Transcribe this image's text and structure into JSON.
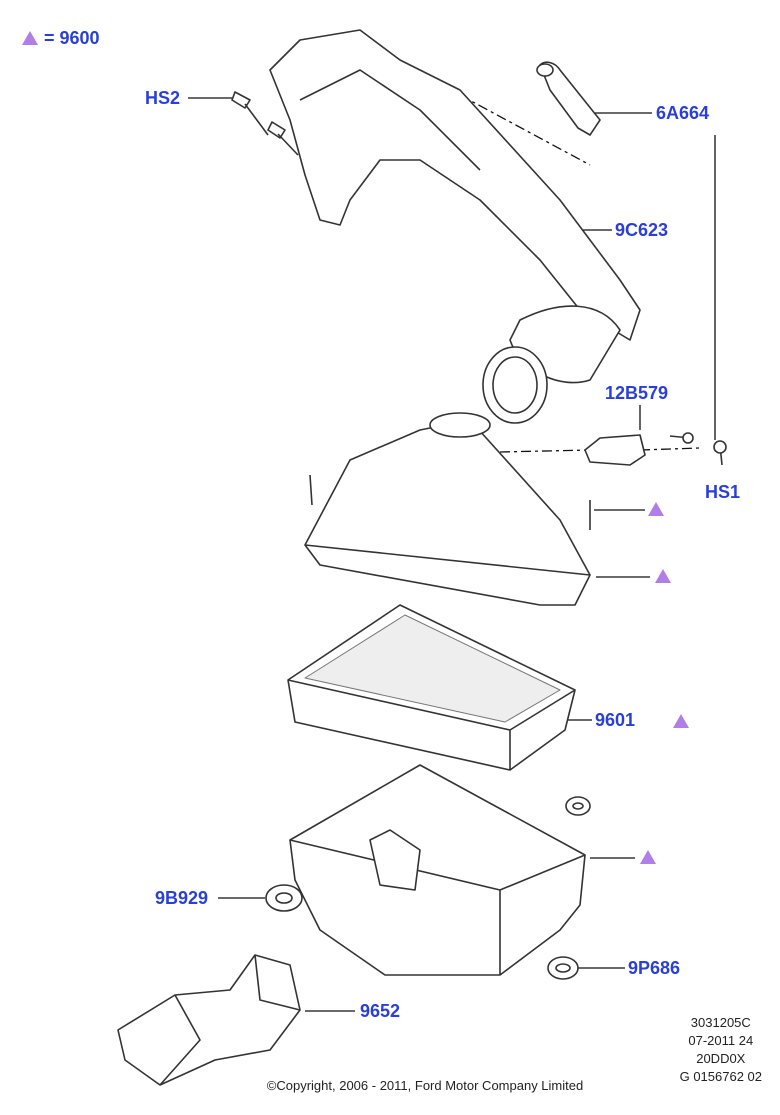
{
  "legend": {
    "symbol": "triangle",
    "text": "= 9600",
    "color": "#b07ee6"
  },
  "label_color": "#2a3fd8",
  "parts": [
    {
      "id": "HS2",
      "label": "HS2"
    },
    {
      "id": "6A664",
      "label": "6A664"
    },
    {
      "id": "9C623",
      "label": "9C623"
    },
    {
      "id": "12B579",
      "label": "12B579"
    },
    {
      "id": "HS1",
      "label": "HS1"
    },
    {
      "id": "9601",
      "label": "9601"
    },
    {
      "id": "9B929",
      "label": "9B929"
    },
    {
      "id": "9P686",
      "label": "9P686"
    },
    {
      "id": "9652",
      "label": "9652"
    }
  ],
  "code_block": [
    "3031205C",
    "07-2011 24",
    "20DD0X",
    "G 0156762 02"
  ],
  "copyright": "©Copyright, 2006 - 2011, Ford Motor Company Limited"
}
